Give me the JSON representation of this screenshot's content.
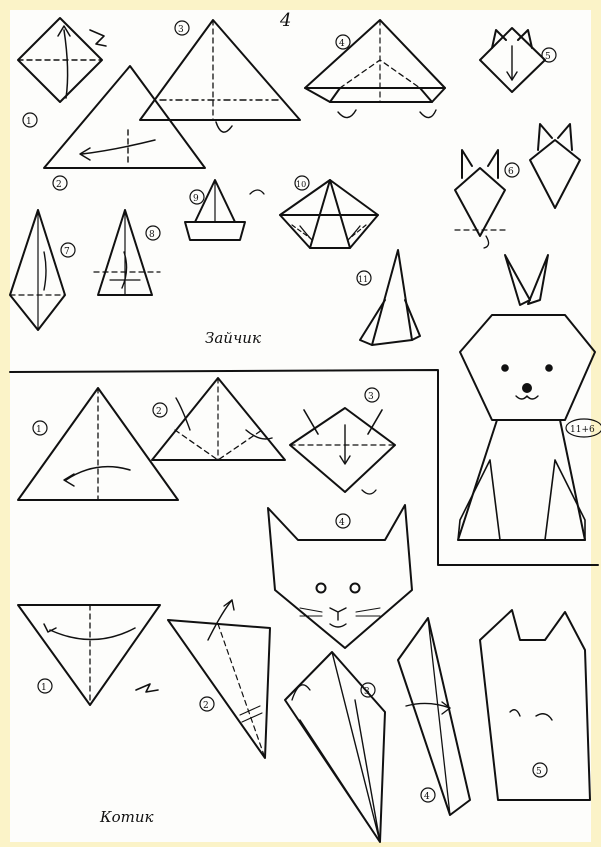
{
  "page_number": "4",
  "sections": [
    {
      "name": "rabbit",
      "caption": "Зайчик",
      "steps": [
        "1",
        "2",
        "3",
        "4",
        "5",
        "6",
        "7",
        "8",
        "9",
        "10",
        "11"
      ],
      "final_badge": "11+6"
    },
    {
      "name": "cat-head",
      "steps": [
        "1",
        "2",
        "3",
        "4"
      ]
    },
    {
      "name": "kitten",
      "caption": "Котик",
      "steps": [
        "1",
        "2",
        "3",
        "4",
        "5"
      ]
    }
  ],
  "colors": {
    "paper": "#fdfdfb",
    "border": "#fbf3c8",
    "ink": "#111111"
  }
}
